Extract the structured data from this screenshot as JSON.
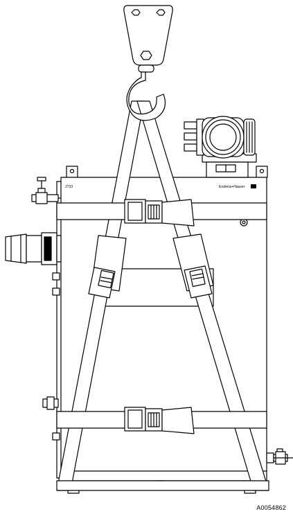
{
  "figure": {
    "reference_id": "A0054862",
    "brand_label": "Endress+Hauser",
    "model_label": "JT33"
  },
  "colors": {
    "line": "#000000",
    "fill": "#ffffff",
    "shade": "#e6e6e6"
  }
}
